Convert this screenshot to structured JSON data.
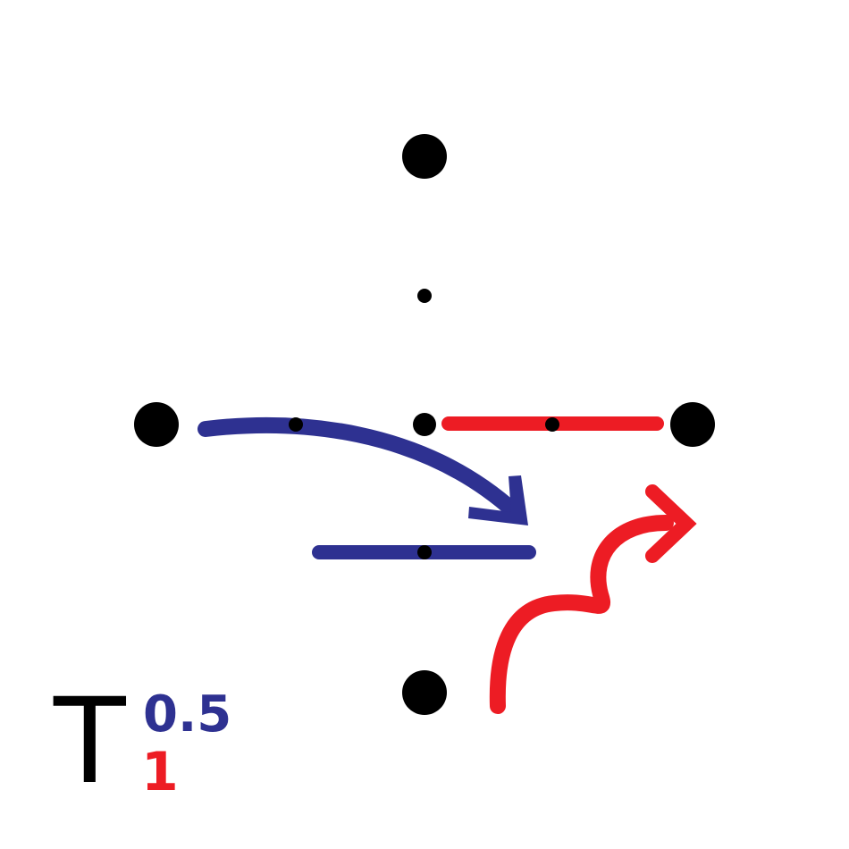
{
  "colors": {
    "background": "#ffffff",
    "points": "#000000",
    "blue": "#2e3191",
    "red": "#ed1c24"
  },
  "label": {
    "symbol": "T",
    "superscript": "0.5",
    "subscript": "1"
  },
  "icons": {
    "blue_arrow": "curved-arrow-icon",
    "red_arrow": "wavy-arrow-icon"
  }
}
